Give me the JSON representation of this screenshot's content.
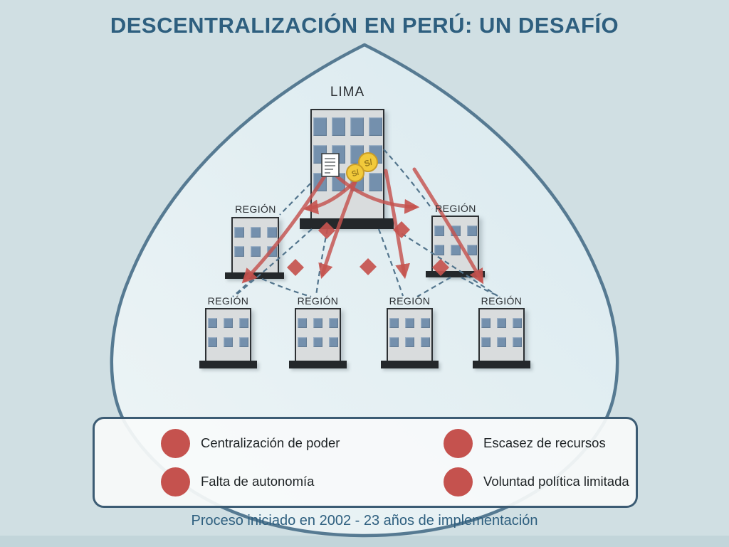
{
  "title": "DESCENTRALIZACIÓN EN PERÚ: UN DESAFÍO",
  "diagram": {
    "nodes": {
      "center": "LIMA",
      "regions": [
        "REGIÓN",
        "REGIÓN",
        "REGIÓN",
        "REGIÓN",
        "REGIÓN",
        "REGIÓN"
      ]
    },
    "coin_symbol": "S/"
  },
  "legend": {
    "items": [
      {
        "label": "Centralización de poder"
      },
      {
        "label": "Escasez de recursos"
      },
      {
        "label": "Falta de autonomía"
      },
      {
        "label": "Voluntad política limitada"
      }
    ]
  },
  "footer": {
    "caption": "Proceso iniciado en 2002 - 23 años de implementación"
  },
  "colors": {
    "accent_red": "#c5524e",
    "title_color": "#2e5f7f",
    "window_blue": "#7490ad",
    "building_gray": "#d9dcdd",
    "dashed_line": "#53758d",
    "drop_stroke": "#567a92",
    "drop_fill_top": "#d9e9ef",
    "drop_fill_bottom": "#eef5f6",
    "background": "#d0dfe3",
    "bottom_strip": "#c2d5da",
    "coin_yellow": "#f2ca3b"
  }
}
